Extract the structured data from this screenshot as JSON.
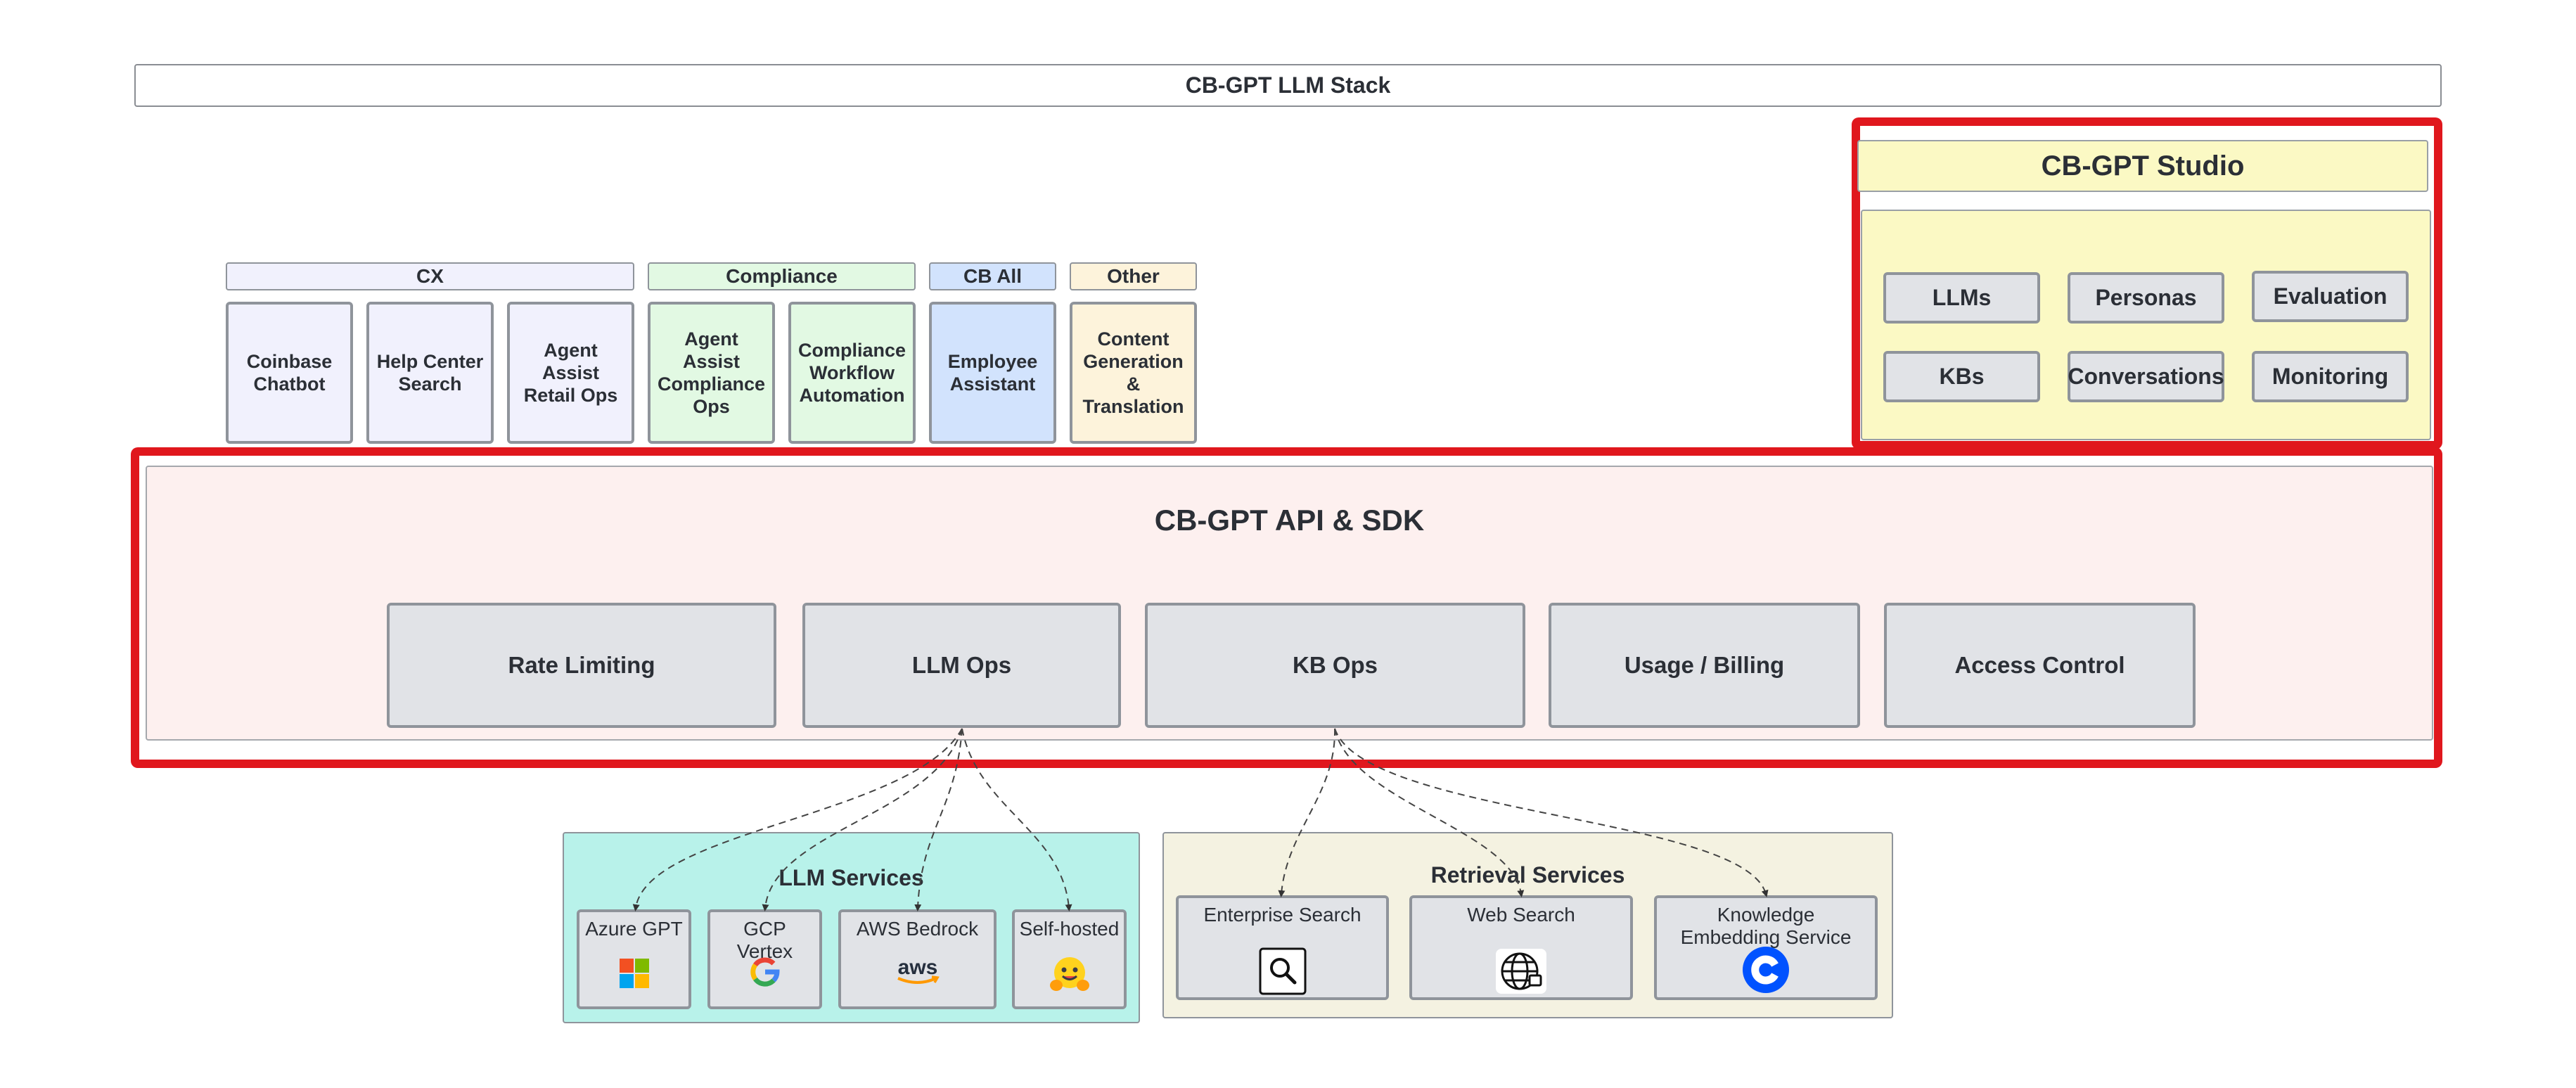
{
  "title": "CB-GPT LLM Stack",
  "studio": {
    "title": "CB-GPT Studio",
    "items": [
      "LLMs",
      "Personas",
      "Evaluation",
      "KBs",
      "Conversations",
      "Monitoring"
    ]
  },
  "categories": [
    {
      "label": "CX",
      "color": "#f1f1fd"
    },
    {
      "label": "Compliance",
      "color": "#e2f9e3"
    },
    {
      "label": "CB All",
      "color": "#d2e3fd"
    },
    {
      "label": "Other",
      "color": "#fdf3db"
    }
  ],
  "apps": [
    {
      "label": "Coinbase Chatbot"
    },
    {
      "label": "Help Center Search"
    },
    {
      "label": "Agent Assist Retail Ops"
    },
    {
      "label": "Agent Assist Compliance Ops"
    },
    {
      "label": "Compliance Workflow Automation"
    },
    {
      "label": "Employee Assistant"
    },
    {
      "label": "Content Generation & Translation"
    }
  ],
  "api": {
    "title": "CB-GPT API & SDK",
    "components": [
      "Rate Limiting",
      "LLM Ops",
      "KB Ops",
      "Usage / Billing",
      "Access Control"
    ]
  },
  "llm_services": {
    "title": "LLM Services",
    "items": [
      {
        "label": "Azure GPT",
        "icon": "microsoft-logo-icon"
      },
      {
        "label": "GCP Vertex",
        "icon": "google-logo-icon"
      },
      {
        "label": "AWS Bedrock",
        "icon": "aws-logo-icon"
      },
      {
        "label": "Self-hosted",
        "icon": "hugging-face-icon"
      }
    ]
  },
  "retrieval_services": {
    "title": "Retrieval Services",
    "items": [
      {
        "label": "Enterprise Search",
        "icon": "search-icon"
      },
      {
        "label": "Web Search",
        "icon": "globe-icon"
      },
      {
        "label": "Knowledge Embedding Service",
        "icon": "coinbase-logo-icon"
      }
    ]
  },
  "aws_logo_text": "aws",
  "colors": {
    "highlight": "#e0171d",
    "studio_bg": "#fbf9c4",
    "api_bg": "#fdf0ef",
    "llm_bg": "#b8f2ea",
    "retrieval_bg": "#f4f2e1",
    "box": "#e1e3e7"
  }
}
